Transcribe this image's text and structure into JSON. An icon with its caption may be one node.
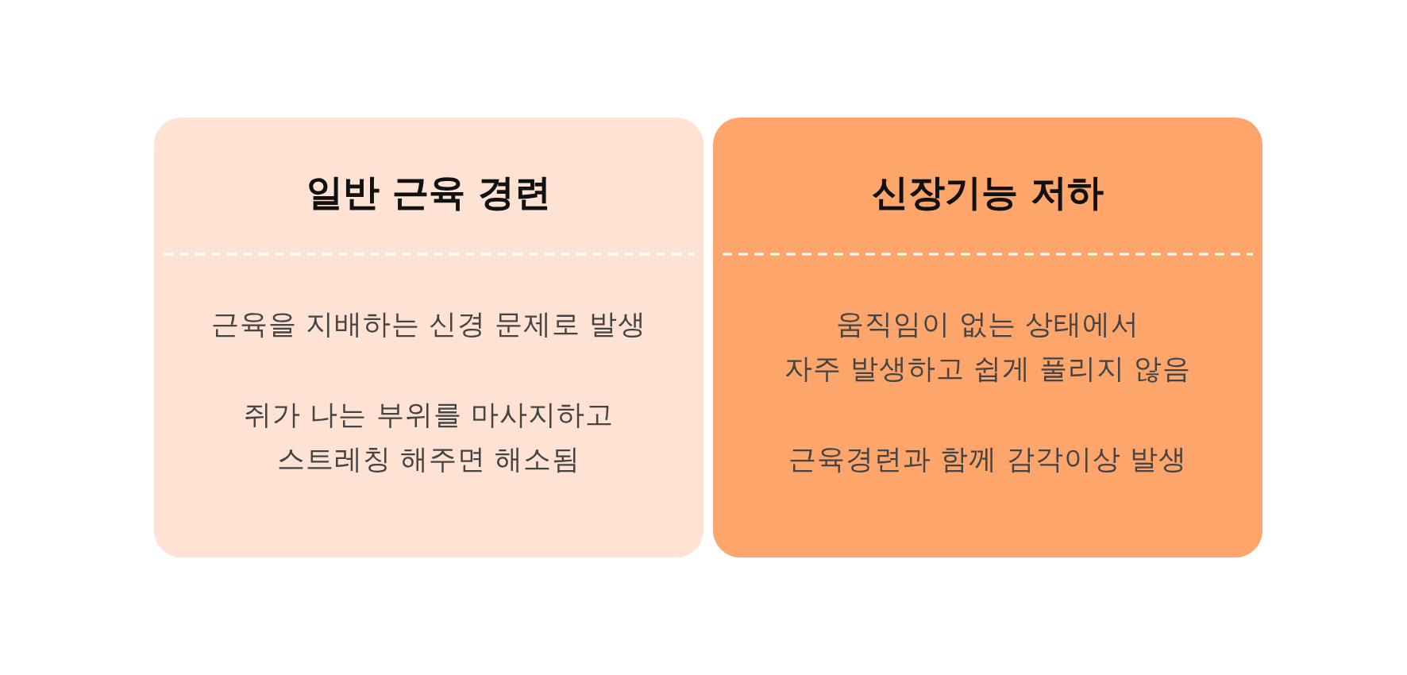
{
  "diagram": {
    "nodes": [
      {
        "text": [
          "일반 근육 경련",
          "근육을 지배하는 신경 문제로 발생",
          "쥐가 나는 부위를 마사지하고 스트레칭 해주면 해소됨"
        ]
      },
      {
        "text": [
          "신장기능 저하",
          "움직임이 없는 상태에서 자주 발생하고 쉽게 풀리지 않음",
          "근육경련과 함께 감각이상 발생"
        ]
      }
    ]
  }
}
